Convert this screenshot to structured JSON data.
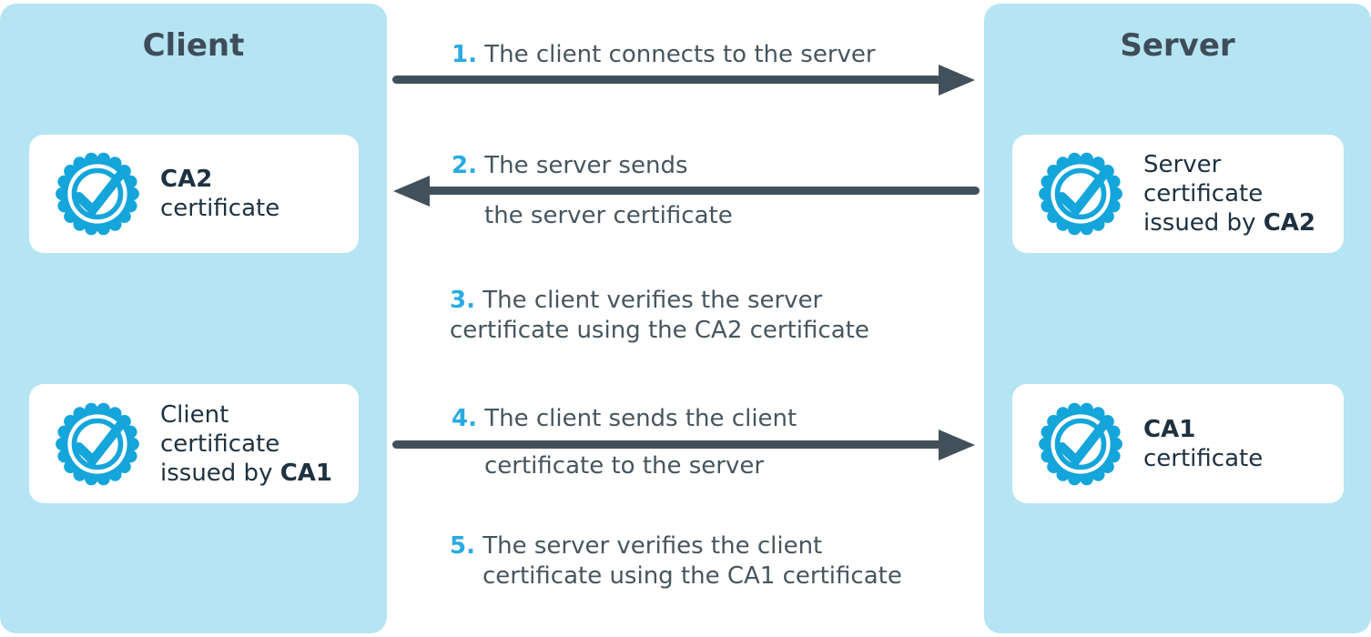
{
  "colors": {
    "panel_background": "#b5e4f3",
    "card_background": "#ffffff",
    "badge_cyan": "#14a5da",
    "step_number_blue": "#29abe2",
    "title_slate": "#3e4d59",
    "card_text_navy": "#1e3140",
    "step_text_slate": "#47555f",
    "arrow_slate": "#42505b"
  },
  "panels": {
    "client": {
      "title": "Client"
    },
    "server": {
      "title": "Server"
    }
  },
  "cards": {
    "client_top": {
      "icon": "certificate-badge-icon",
      "title": "CA2",
      "subtitle": "certificate"
    },
    "client_bottom": {
      "icon": "certificate-badge-icon",
      "line1": "Client",
      "line2": "certificate",
      "line3_prefix": "issued by ",
      "line3_bold": "CA1"
    },
    "server_top": {
      "icon": "certificate-badge-icon",
      "line1": "Server",
      "line2": "certificate",
      "line3_prefix": "issued by ",
      "line3_bold": "CA2"
    },
    "server_bottom": {
      "icon": "certificate-badge-icon",
      "title": "CA1",
      "subtitle": "certificate"
    }
  },
  "steps": {
    "s1": {
      "num": "1.",
      "text": "The client connects to the server",
      "arrow": "right"
    },
    "s2": {
      "num": "2.",
      "line1": "The server sends",
      "line2": "the server certificate",
      "arrow": "left"
    },
    "s3": {
      "num": "3.",
      "line1": "The client verifies the server",
      "line2": "certificate using the CA2 certificate",
      "arrow": "none"
    },
    "s4": {
      "num": "4.",
      "line1": "The client sends the client",
      "line2": "certificate to the server",
      "arrow": "right"
    },
    "s5": {
      "num": "5.",
      "line1": "The server verifies the client",
      "line2": "certificate using the CA1 certificate",
      "arrow": "none"
    }
  }
}
